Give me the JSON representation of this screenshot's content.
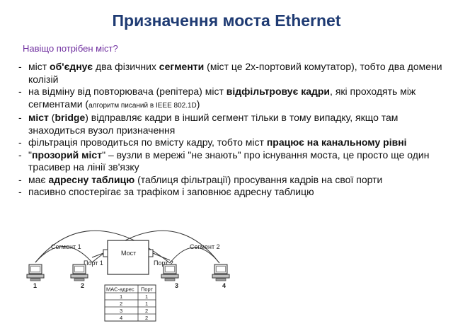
{
  "title": "Призначення моста Ethernet",
  "subtitle": "Навіщо потрібен міст?",
  "bullet_marker": "-",
  "bullets": [
    {
      "a": "міст ",
      "b": "об'єднує",
      "c": " два фізичних ",
      "d": "сегменти",
      "e": " (міст це 2х-портовий комутатор), тобто два домени колізій"
    },
    {
      "a": "на відміну від повторювача (репітера) міст ",
      "b": "відфільтровує кадри",
      "c": ", які проходять між сегментами (",
      "small": "алгоритм писаний в IEEE 802.1D",
      "d": ")"
    },
    {
      "a": "міст",
      "b": " (",
      "c": "bridge",
      "d": ") відправляє кадри в інший сегмент тільки в тому випадку, якщо там знаходиться вузол призначення"
    },
    {
      "a": "фільтрація проводиться по вмісту кадру, тобто міст ",
      "b": "працює на канальному рівні"
    },
    {
      "a": "\"",
      "b": "прозорий міст",
      "c": "\" – вузли в мережі \"не знають\" про існування моста, це просто ще один трасивер на лінії зв'язку"
    },
    {
      "a": "має ",
      "b": "адресну таблицю",
      "c": " (таблиця фільтрації) просування кадрів на свої порти"
    },
    {
      "a": "пасивно спостерігає за трафіком і заповнює адресну таблицю"
    }
  ],
  "diagram": {
    "segment1_label": "Сегмент 1",
    "segment2_label": "Сегмент 2",
    "bridge_label": "Мост",
    "port1_label": "Порт 1",
    "port2_label": "Порт 2",
    "node_labels": [
      "1",
      "2",
      "3",
      "4"
    ],
    "table": {
      "headers": [
        "МАС-адрес",
        "Порт"
      ],
      "rows": [
        [
          "1",
          "1"
        ],
        [
          "2",
          "1"
        ],
        [
          "3",
          "2"
        ],
        [
          "4",
          "2"
        ]
      ]
    }
  },
  "colors": {
    "title": "#1f3b73",
    "subtitle": "#7030a0"
  }
}
